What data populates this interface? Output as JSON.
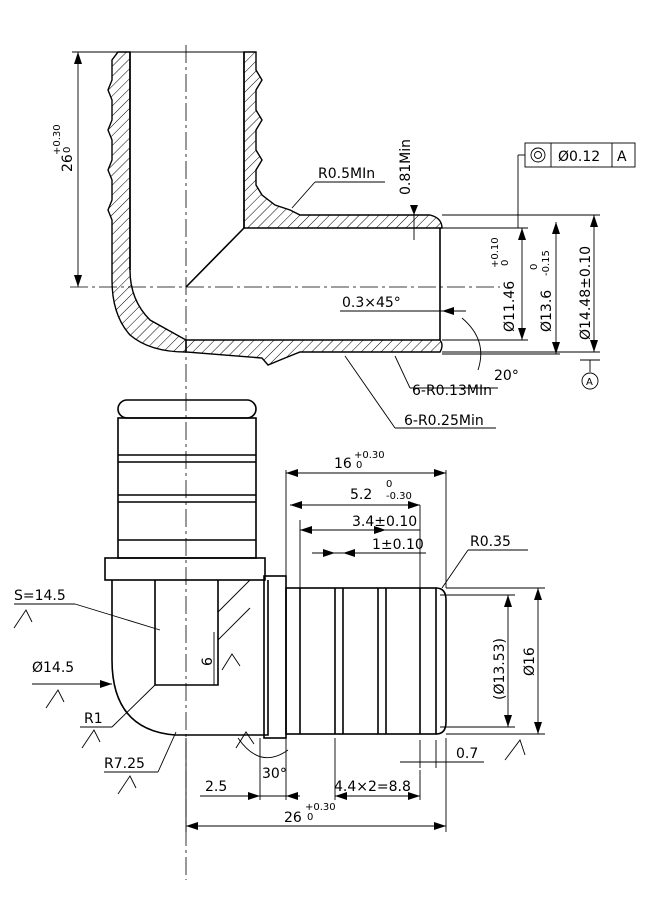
{
  "top_view": {
    "dim_height_26": "26",
    "dim_height_26_tol": "+0.30",
    "dim_height_26_tol0": "0",
    "r05": "R0.5MIn",
    "d081": "0.81Min",
    "fcf_diam": "Ø0.12",
    "fcf_datum": "A",
    "d1146": "Ø11.46",
    "d1146_tol_up": "+0.10",
    "d1146_tol_lo": "0",
    "d136": "Ø13.6",
    "d136_tol_up": "0",
    "d136_tol_lo": "-0.15",
    "d1448": "Ø14.48±0.10",
    "chamfer": "0.3×45°",
    "angle20": "20°",
    "r013": "6-R0.13MIn",
    "r025": "6-R0.25Min",
    "datum_a": "A"
  },
  "bottom_view": {
    "d16": "16",
    "d16_tol": "+0.30",
    "d16_tol0": "0",
    "d52": "5.2",
    "d52_tol_up": "0",
    "d52_tol_lo": "-0.30",
    "d34": "3.4±0.10",
    "d1": "1±0.10",
    "r035": "R0.35",
    "s145": "S=14.5",
    "d145": "Ø14.5",
    "six": "6",
    "r1": "R1",
    "r725": "R7.25",
    "d1353": "(Ø13.53)",
    "d16v": "Ø16",
    "d07": "0.7",
    "a30": "30°",
    "d25": "2.5",
    "d44": "4.4×2=8.8",
    "d26": "26",
    "d26_tol": "+0.30",
    "d26_tol0": "0"
  }
}
